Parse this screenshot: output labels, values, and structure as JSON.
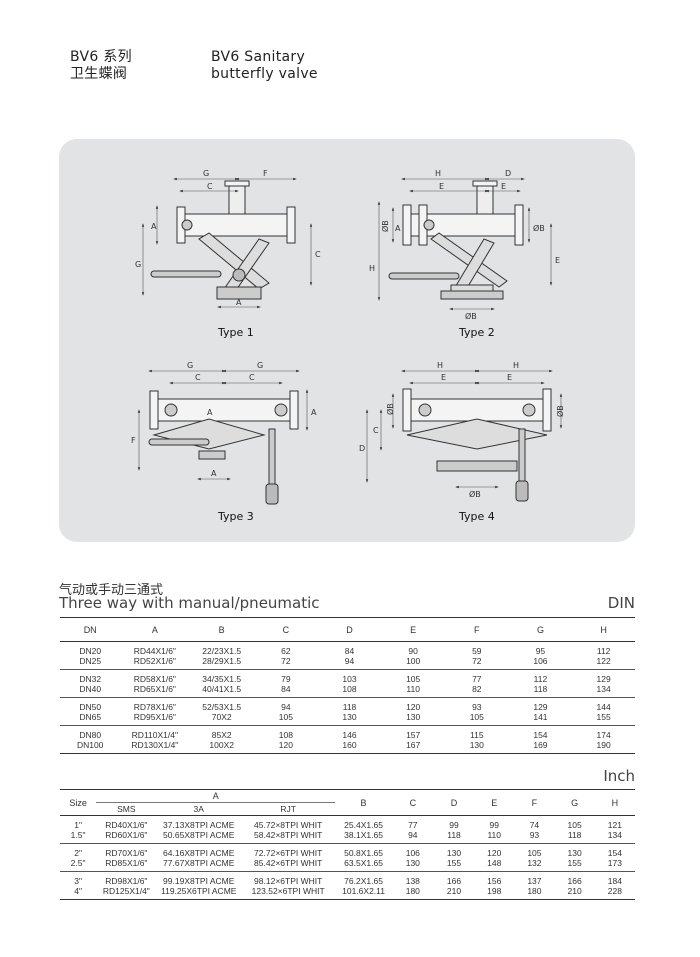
{
  "header": {
    "left_line1": "BV6 系列",
    "left_line2": "卫生蝶阀",
    "right_line1": "BV6 Sanitary",
    "right_line2": "butterfly valve"
  },
  "diagrams": {
    "type1": {
      "caption": "Type 1",
      "dims": [
        "G",
        "F",
        "C",
        "A",
        "G",
        "C",
        "A"
      ]
    },
    "type2": {
      "caption": "Type 2",
      "dims": [
        "H",
        "D",
        "E",
        "E",
        "ØB",
        "A",
        "ØB",
        "H",
        "E",
        "ØB"
      ]
    },
    "type3": {
      "caption": "Type 3",
      "dims": [
        "G",
        "G",
        "C",
        "A",
        "C",
        "A",
        "F",
        "A"
      ]
    },
    "type4": {
      "caption": "Type 4",
      "dims": [
        "H",
        "H",
        "E",
        "E",
        "ØB",
        "ØB",
        "C",
        "D",
        "ØB"
      ]
    }
  },
  "din_section": {
    "title_cn": "气动或手动三通式",
    "title_en": "Three way with manual/pneumatic",
    "unit": "DIN",
    "columns": [
      "DN",
      "A",
      "B",
      "C",
      "D",
      "E",
      "F",
      "G",
      "H"
    ],
    "groups": [
      [
        [
          "DN20",
          "RD44X1/6\"",
          "22/23X1.5",
          "62",
          "84",
          "90",
          "59",
          "95",
          "112"
        ],
        [
          "DN25",
          "RD52X1/6\"",
          "28/29X1.5",
          "72",
          "94",
          "100",
          "72",
          "106",
          "122"
        ]
      ],
      [
        [
          "DN32",
          "RD58X1/6\"",
          "34/35X1.5",
          "79",
          "103",
          "105",
          "77",
          "112",
          "129"
        ],
        [
          "DN40",
          "RD65X1/6\"",
          "40/41X1.5",
          "84",
          "108",
          "110",
          "82",
          "118",
          "134"
        ]
      ],
      [
        [
          "DN50",
          "RD78X1/6\"",
          "52/53X1.5",
          "94",
          "118",
          "120",
          "93",
          "129",
          "144"
        ],
        [
          "DN65",
          "RD95X1/6\"",
          "70X2",
          "105",
          "130",
          "130",
          "105",
          "141",
          "155"
        ]
      ],
      [
        [
          "DN80",
          "RD110X1/4\"",
          "85X2",
          "108",
          "146",
          "157",
          "115",
          "154",
          "174"
        ],
        [
          "DN100",
          "RD130X1/4\"",
          "100X2",
          "120",
          "160",
          "167",
          "130",
          "169",
          "190"
        ]
      ]
    ]
  },
  "inch_section": {
    "unit": "Inch",
    "size_label": "Size",
    "a_label": "A",
    "a_sub": [
      "SMS",
      "3A",
      "RJT"
    ],
    "columns": [
      "B",
      "C",
      "D",
      "E",
      "F",
      "G",
      "H"
    ],
    "groups": [
      [
        [
          "1\"",
          "RD40X1/6\"",
          "37.13X8TPI ACME",
          "45.72×8TPI WHIT",
          "25.4X1.65",
          "77",
          "99",
          "99",
          "74",
          "105",
          "121"
        ],
        [
          "1.5\"",
          "RD60X1/6\"",
          "50.65X8TPI ACME",
          "58.42×8TPI WHIT",
          "38.1X1.65",
          "94",
          "118",
          "110",
          "93",
          "118",
          "134"
        ]
      ],
      [
        [
          "2\"",
          "RD70X1/6\"",
          "64.16X8TPI ACME",
          "72.72×6TPI WHIT",
          "50.8X1.65",
          "106",
          "130",
          "120",
          "105",
          "130",
          "154"
        ],
        [
          "2.5\"",
          "RD85X1/6\"",
          "77.67X8TPI ACME",
          "85.42×6TPI WHIT",
          "63.5X1.65",
          "130",
          "155",
          "148",
          "132",
          "155",
          "173"
        ]
      ],
      [
        [
          "3\"",
          "RD98X1/6\"",
          "99.19X8TPI ACME",
          "98.12×6TPI WHIT",
          "76.2X1.65",
          "138",
          "166",
          "156",
          "137",
          "166",
          "184"
        ],
        [
          "4\"",
          "RD125X1/4\"",
          "119.25X6TPI ACME",
          "123.52×6TPI WHIT",
          "101.6X2.11",
          "180",
          "210",
          "198",
          "180",
          "210",
          "228"
        ]
      ]
    ]
  }
}
